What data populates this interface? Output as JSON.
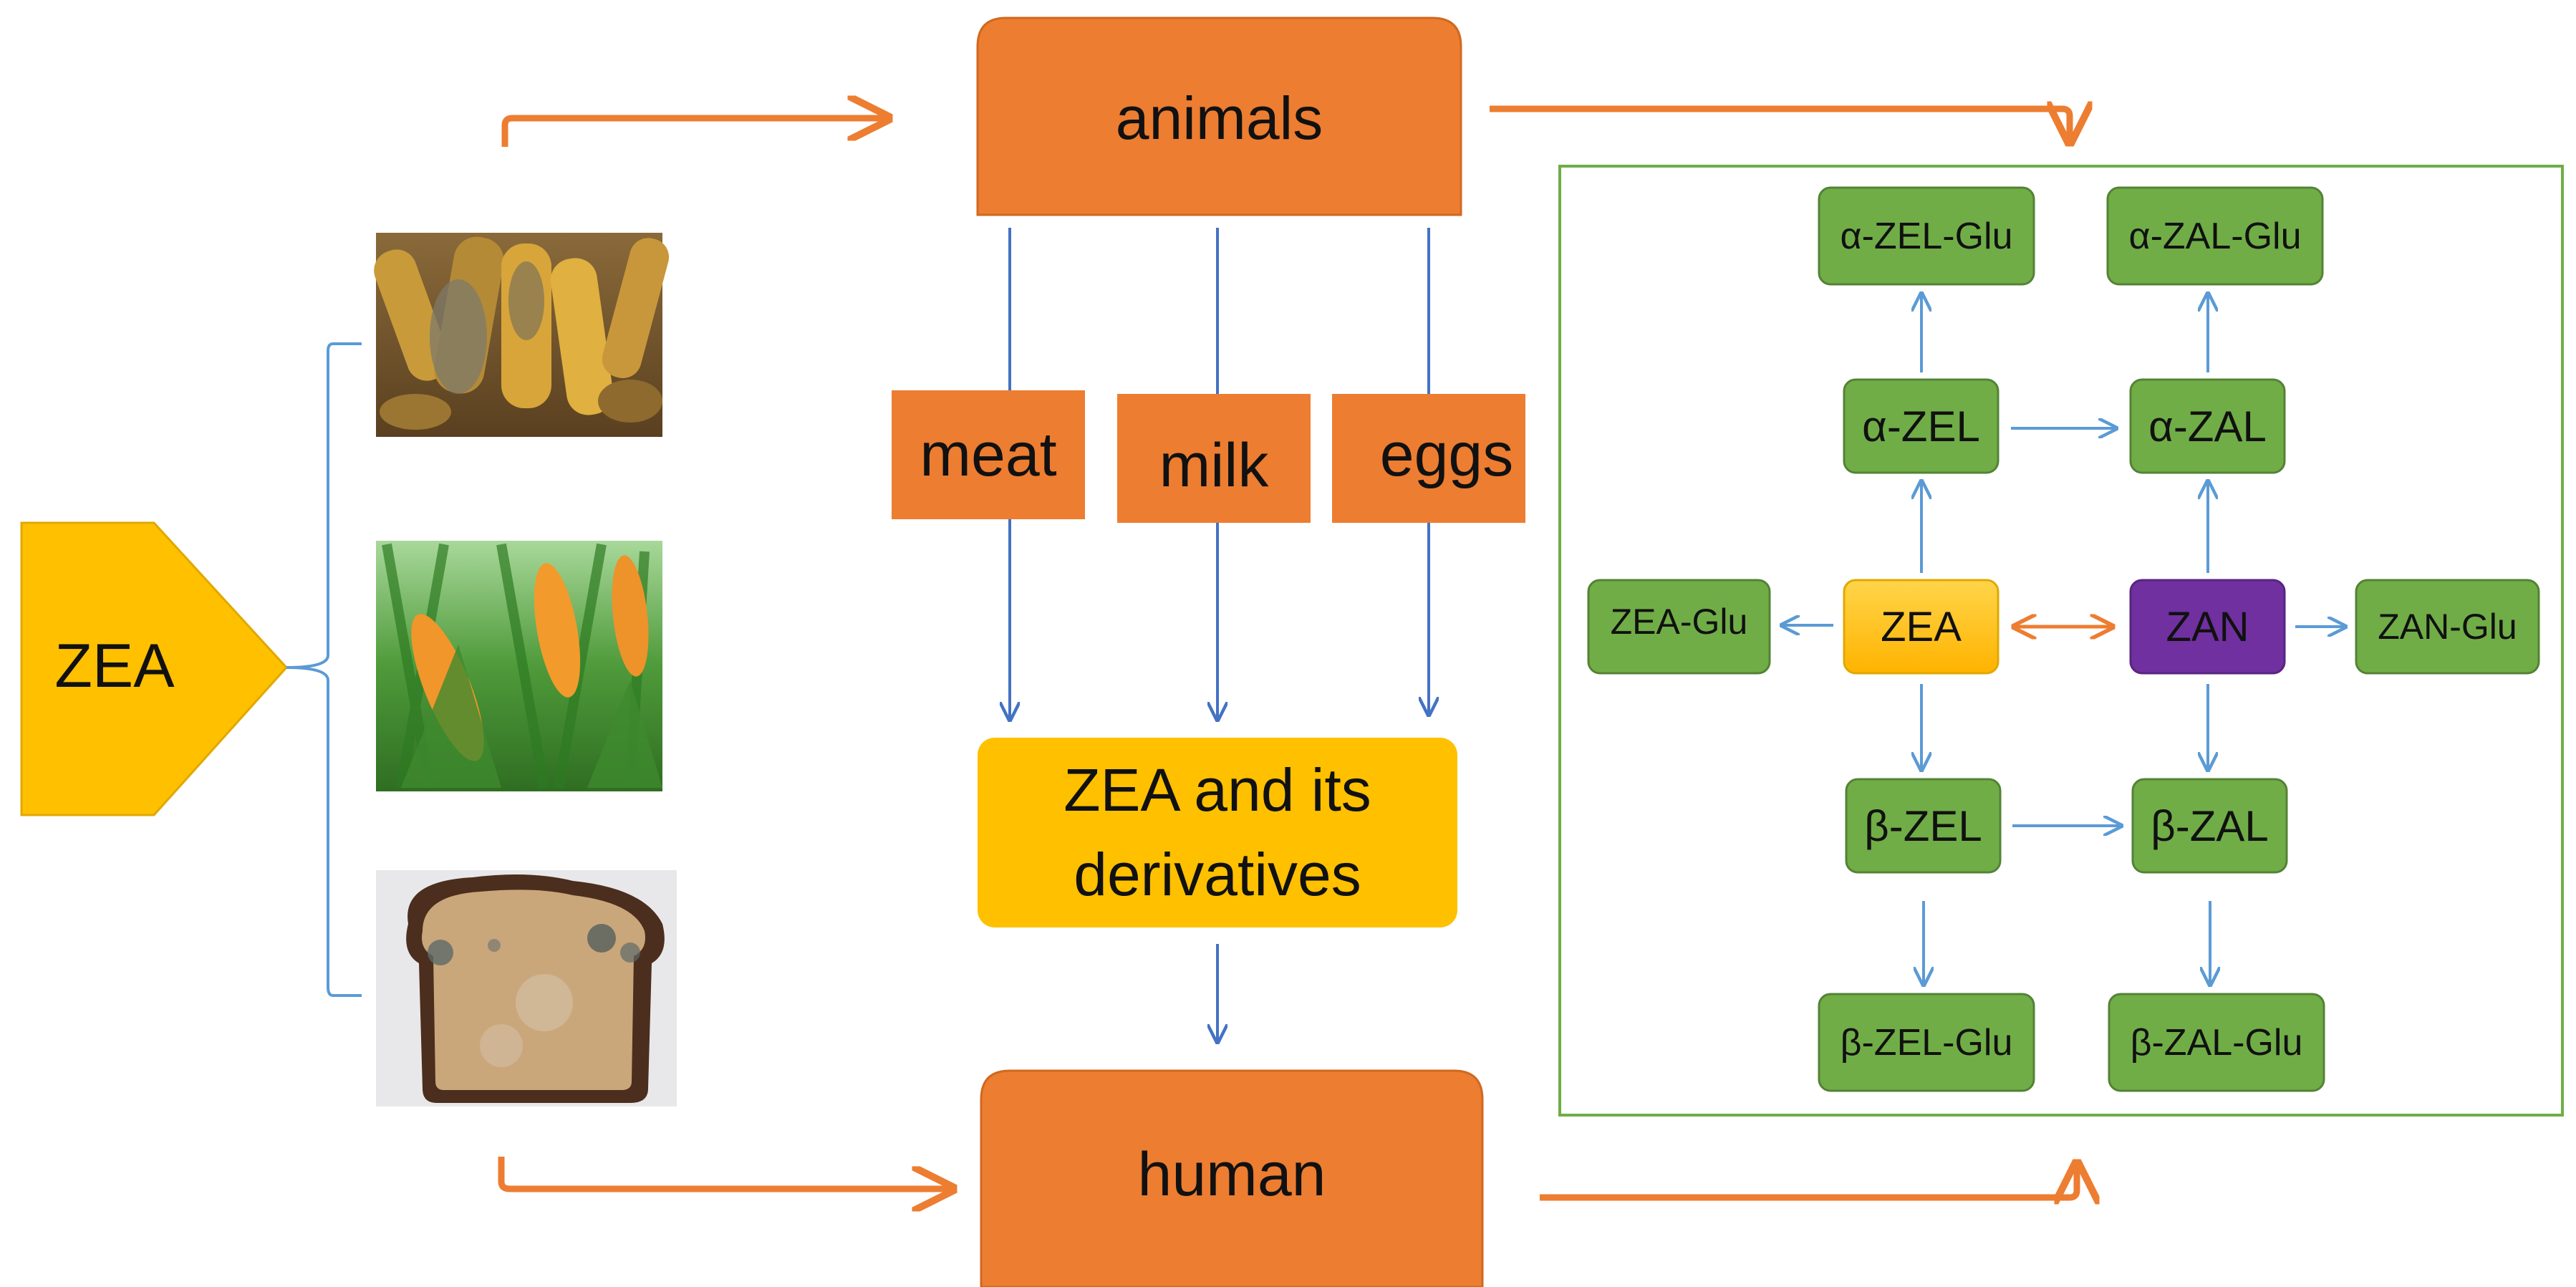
{
  "source": {
    "label": "ZEA"
  },
  "destinations": {
    "animals": "animals",
    "human": "human"
  },
  "products": [
    "meat",
    "milk",
    "eggs"
  ],
  "result": {
    "line1": "ZEA and its",
    "line2": "derivatives"
  },
  "food_images": [
    "moldy-corn-photo",
    "corn-field-photo",
    "moldy-bread-photo"
  ],
  "metabolism": {
    "alpha_zel_glu": "α-ZEL-Glu",
    "alpha_zal_glu": "α-ZAL-Glu",
    "alpha_zel": "α-ZEL",
    "alpha_zal": "α-ZAL",
    "zea_glu": "ZEA-Glu",
    "zea": "ZEA",
    "zan": "ZAN",
    "zan_glu": "ZAN-Glu",
    "beta_zel": "β-ZEL",
    "beta_zal": "β-ZAL",
    "beta_zel_glu": "β-ZEL-Glu",
    "beta_zal_glu": "β-ZAL-Glu"
  },
  "colors": {
    "orange": "#ED7D31",
    "gold": "#FFC000",
    "green": "#70AD47",
    "purple": "#7030A0",
    "blue_arrow": "#5B9BD5",
    "bracket": "#5B9BD5",
    "frame": "#70AD47"
  }
}
